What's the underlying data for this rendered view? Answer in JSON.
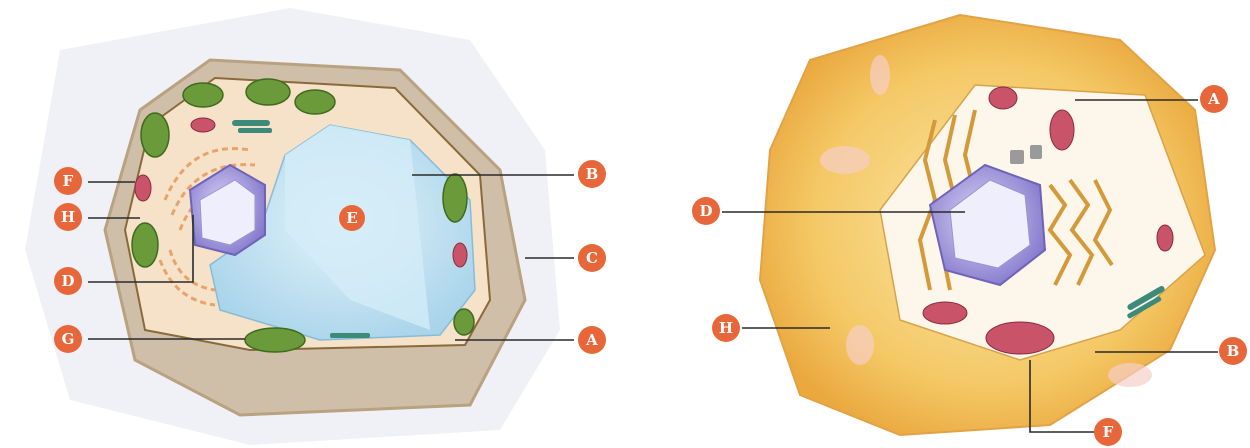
{
  "colors": {
    "label_fill": "#e8673a",
    "chloroplast": "#6a9a3a",
    "nucleus": "#8b7fd0",
    "vacuole": "#bfe0f0",
    "mitochondria": "#c9546a",
    "animal_cytoplasm": "#f2c25a"
  },
  "plant_cell": {
    "labels": {
      "F": "F",
      "H": "H",
      "D": "D",
      "G": "G",
      "E": "E",
      "B": "B",
      "C": "C",
      "A": "A"
    }
  },
  "animal_cell": {
    "labels": {
      "A": "A",
      "D": "D",
      "H": "H",
      "B": "B",
      "F": "F"
    }
  }
}
